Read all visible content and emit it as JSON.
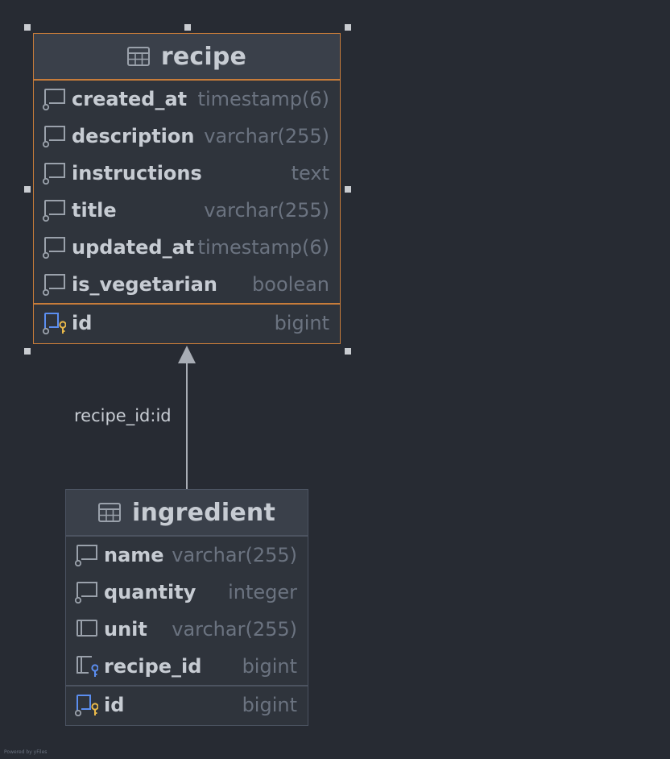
{
  "colors": {
    "background": "#272b33",
    "table_fill": "#2f343c",
    "header_fill": "#3a404a",
    "selected_border": "#c77c3a",
    "column_name": "#c7ccd3",
    "column_type": "#6b7380",
    "key_gold": "#e8b84a",
    "fk_blue": "#5b8ef0"
  },
  "tables": [
    {
      "name": "recipe",
      "selected": true,
      "columns": [
        {
          "name": "created_at",
          "type": "timestamp(6)",
          "icon": "column-icon"
        },
        {
          "name": "description",
          "type": "varchar(255)",
          "icon": "column-icon"
        },
        {
          "name": "instructions",
          "type": "text",
          "icon": "column-icon"
        },
        {
          "name": "title",
          "type": "varchar(255)",
          "icon": "column-icon"
        },
        {
          "name": "updated_at",
          "type": "timestamp(6)",
          "icon": "column-icon"
        },
        {
          "name": "is_vegetarian",
          "type": "boolean",
          "icon": "column-icon"
        }
      ],
      "keys": [
        {
          "name": "id",
          "type": "bigint",
          "icon": "primary-key-icon"
        }
      ]
    },
    {
      "name": "ingredient",
      "selected": false,
      "columns": [
        {
          "name": "name",
          "type": "varchar(255)",
          "icon": "column-icon"
        },
        {
          "name": "quantity",
          "type": "integer",
          "icon": "column-icon"
        },
        {
          "name": "unit",
          "type": "varchar(255)",
          "icon": "nullable-column-icon"
        },
        {
          "name": "recipe_id",
          "type": "bigint",
          "icon": "foreign-key-icon"
        }
      ],
      "keys": [
        {
          "name": "id",
          "type": "bigint",
          "icon": "primary-key-icon"
        }
      ]
    }
  ],
  "relation": {
    "from": "ingredient",
    "to": "recipe",
    "label": "recipe_id:id"
  },
  "footer": "Powered by yFiles"
}
